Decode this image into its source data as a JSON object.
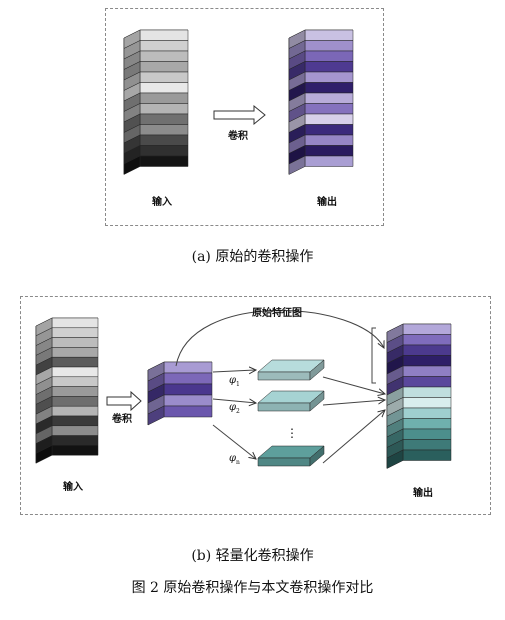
{
  "panel_a": {
    "input_label": "输入",
    "conv_label": "卷积",
    "output_label": "输出",
    "caption": "(a) 原始的卷积操作"
  },
  "panel_b": {
    "feature_map_label": "原始特征图",
    "conv_label": "卷积",
    "input_label": "输入",
    "output_label": "输出",
    "phi_1": "φ",
    "phi_1_sub": "1",
    "phi_2": "φ",
    "phi_2_sub": "2",
    "phi_n": "φ",
    "phi_n_sub": "n",
    "ellipsis": "⋮",
    "caption": "(b) 轻量化卷积操作"
  },
  "figure_caption": "图 2 原始卷积操作与本文卷积操作对比",
  "colors": {
    "gray_layers_a": [
      "#e4e4e4",
      "#d0d0d0",
      "#bcbcbc",
      "#a8a8a8",
      "#c8c8c8",
      "#e8e8e8",
      "#9a9a9a",
      "#b4b4b4",
      "#707070",
      "#8c8c8c",
      "#4a4a4a",
      "#303030",
      "#141414"
    ],
    "purple_layers_a": [
      "#c9c1e3",
      "#9f90cc",
      "#7b67b7",
      "#4e3a91",
      "#a596cf",
      "#2f1f6a",
      "#b8acd9",
      "#8572be",
      "#d7d0ea",
      "#3b2a7c",
      "#9686c6",
      "#2a1b60",
      "#a99ed3"
    ],
    "gray_layers_b": [
      "#e4e4e4",
      "#d0d0d0",
      "#bcbcbc",
      "#a8a8a8",
      "#5c5c5c",
      "#e8e8e8",
      "#c8c8c8",
      "#9a9a9a",
      "#6e6e6e",
      "#b4b4b4",
      "#3a3a3a",
      "#8c8c8c",
      "#2a2a2a",
      "#121212"
    ],
    "mid_stack_layers": [
      "#a89bd3",
      "#7c68b8",
      "#4a378e",
      "#9a8ccb",
      "#6b57ad"
    ],
    "feature_plates": [
      "#b7dcdc",
      "#a6d3d3",
      "#5e9f9c"
    ],
    "output_b_layers": [
      "#b3a8da",
      "#7f6cbc",
      "#4c3a8e",
      "#2e1f68",
      "#8f7fc4",
      "#5a479c",
      "#bfdede",
      "#d9eeee",
      "#9fcfcf",
      "#6fb0ad",
      "#4c8f8c",
      "#3e7a78",
      "#2a5f5d"
    ],
    "edge": "#222222"
  }
}
